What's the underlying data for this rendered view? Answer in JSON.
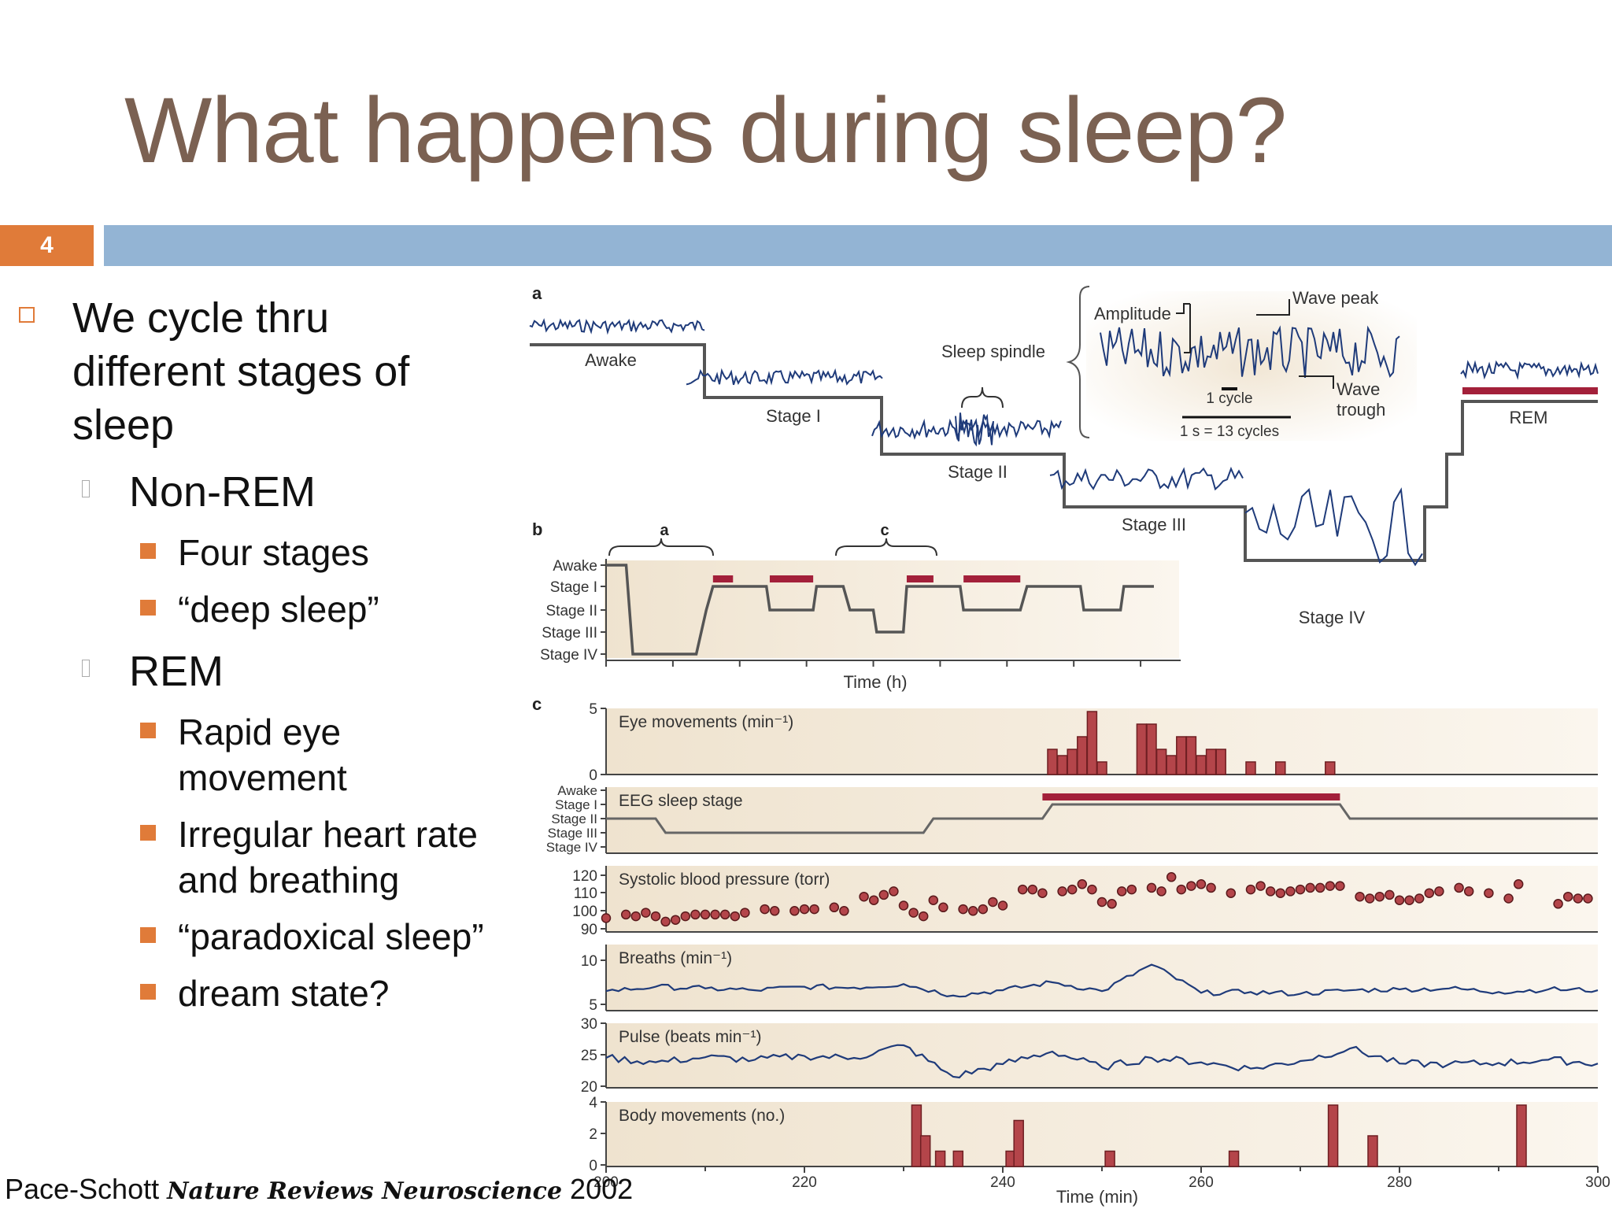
{
  "slide": {
    "title": "What happens during sleep?",
    "number": "4",
    "bullets": {
      "b1": [
        "We cycle thru",
        "different stages of",
        "sleep"
      ],
      "nonrem": "Non-REM",
      "nonrem_items": [
        "Four stages",
        "“deep sleep”"
      ],
      "rem": "REM",
      "rem_items": [
        [
          "Rapid eye",
          "movement"
        ],
        [
          "Irregular heart rate",
          "and breathing"
        ],
        [
          "“paradoxical sleep”"
        ],
        [
          "dream state?"
        ]
      ]
    },
    "footer": {
      "author": "Pace-Schott",
      "journal": "Nature Reviews Neuroscience",
      "year": "2002"
    }
  },
  "figure": {
    "panel_a": {
      "letter": "a",
      "stages": [
        "Awake",
        "Stage I",
        "Stage II",
        "Stage III",
        "Stage IV",
        "REM"
      ],
      "sleep_spindle": "Sleep spindle",
      "amplitude": "Amplitude",
      "wave_peak": "Wave peak",
      "wave_trough_1": "Wave",
      "wave_trough_2": "trough",
      "one_cycle": "1 cycle",
      "scale": "1 s = 13 cycles"
    },
    "panel_b": {
      "letter": "b",
      "brace_a": "a",
      "brace_c": "c",
      "y_labels": [
        "Awake",
        "Stage I",
        "Stage II",
        "Stage III",
        "Stage IV"
      ],
      "xlabel": "Time (h)"
    },
    "panel_c": {
      "letter": "c",
      "xlabel": "Time (min)",
      "x_ticks": [
        "200",
        "220",
        "240",
        "260",
        "280",
        "300"
      ]
    }
  },
  "chart_data": [
    {
      "type": "line",
      "title": "",
      "xlabel": "Time (h)",
      "ylabel": "",
      "y_categories": [
        "Awake",
        "Stage I",
        "Stage II",
        "Stage III",
        "Stage IV"
      ],
      "x": [
        0,
        0.3,
        0.4,
        1.35,
        1.5,
        1.6,
        2.4,
        2.45,
        3.1,
        3.15,
        3.55,
        3.65,
        4.0,
        4.05,
        4.45,
        4.5,
        5.3,
        5.35,
        6.2,
        6.3,
        7.1,
        7.15,
        7.7,
        7.75,
        8.2
      ],
      "values": [
        0,
        0,
        4,
        4,
        2,
        1,
        1,
        2,
        2,
        1,
        1,
        2,
        2,
        3,
        3,
        1,
        1,
        2,
        2,
        1,
        1,
        2,
        2,
        1,
        1
      ],
      "rem_periods": [
        [
          1.6,
          1.9
        ],
        [
          2.45,
          3.1
        ],
        [
          4.5,
          4.9
        ],
        [
          5.35,
          6.2
        ]
      ]
    },
    {
      "type": "bar",
      "title": "Eye movements (min⁻¹)",
      "xlabel": "Time (min)",
      "ylim": [
        0,
        5
      ],
      "y_ticks": [
        "0",
        "5"
      ],
      "series": [
        {
          "x": [
            245,
            246,
            247,
            248,
            249,
            250,
            254,
            255,
            256,
            257,
            258,
            259,
            260,
            261,
            262,
            265,
            268,
            273
          ],
          "values": [
            2,
            1.5,
            2,
            3,
            5,
            1,
            4,
            4,
            2,
            1.5,
            3,
            3,
            1.5,
            2,
            2,
            1,
            1,
            1
          ]
        }
      ]
    },
    {
      "type": "line",
      "title": "EEG sleep stage",
      "xlabel": "Time (min)",
      "y_categories": [
        "Awake",
        "Stage I",
        "Stage II",
        "Stage III",
        "Stage IV"
      ],
      "x": [
        200,
        205,
        206,
        232,
        233,
        244,
        245,
        274,
        275,
        300
      ],
      "values": [
        2,
        2,
        3,
        3,
        2,
        2,
        1,
        1,
        2,
        2
      ],
      "rem_periods": [
        [
          244,
          274
        ]
      ]
    },
    {
      "type": "scatter",
      "title": "Systolic blood pressure (torr)",
      "xlabel": "Time (min)",
      "ylim": [
        90,
        120
      ],
      "y_ticks": [
        "120",
        "110",
        "100",
        "90"
      ],
      "series": [
        {
          "x": [
            200,
            202,
            203,
            204,
            205,
            206,
            207,
            208,
            209,
            210,
            211,
            212,
            213,
            214,
            216,
            217,
            219,
            220,
            221,
            223,
            224,
            226,
            227,
            228,
            229,
            230,
            231,
            232,
            233,
            234,
            236,
            237,
            238,
            239,
            240,
            242,
            243,
            244,
            246,
            247,
            248,
            249,
            250,
            251,
            252,
            253,
            255,
            256,
            257,
            258,
            259,
            260,
            261,
            263,
            265,
            266,
            267,
            268,
            269,
            270,
            271,
            272,
            273,
            274,
            276,
            277,
            278,
            279,
            280,
            281,
            282,
            283,
            284,
            286,
            287,
            289,
            291,
            292,
            296,
            297,
            298,
            299
          ],
          "values": [
            96,
            98,
            97,
            99,
            97,
            94,
            95,
            97,
            98,
            98,
            98,
            98,
            97,
            99,
            101,
            100,
            100,
            101,
            101,
            102,
            100,
            108,
            106,
            109,
            111,
            103,
            99,
            97,
            106,
            102,
            101,
            100,
            101,
            105,
            103,
            112,
            112,
            110,
            111,
            112,
            115,
            112,
            105,
            104,
            111,
            112,
            113,
            111,
            119,
            112,
            114,
            115,
            113,
            110,
            112,
            114,
            111,
            110,
            111,
            112,
            113,
            113,
            114,
            114,
            108,
            107,
            108,
            109,
            106,
            106,
            107,
            110,
            111,
            113,
            111,
            110,
            107,
            115,
            104,
            108,
            107,
            107
          ]
        }
      ]
    },
    {
      "type": "line",
      "title": "Breaths (min⁻¹)",
      "xlabel": "Time (min)",
      "ylim": [
        5,
        10
      ],
      "y_ticks": [
        "10",
        "5"
      ],
      "series": [
        {
          "x": [
            200,
            205,
            210,
            215,
            220,
            225,
            230,
            235,
            240,
            245,
            250,
            255,
            260,
            265,
            270,
            275,
            280,
            285,
            290,
            295,
            300
          ],
          "values": [
            6.5,
            7.0,
            6.8,
            6.6,
            7.0,
            6.9,
            7.3,
            6.0,
            6.6,
            7.5,
            6.5,
            9.5,
            6.3,
            6.4,
            6.2,
            6.6,
            6.7,
            6.8,
            6.4,
            6.7,
            6.6
          ]
        }
      ]
    },
    {
      "type": "line",
      "title": "Pulse (beats min⁻¹)",
      "xlabel": "Time (min)",
      "ylim": [
        20,
        30
      ],
      "y_ticks": [
        "30",
        "25",
        "20"
      ],
      "series": [
        {
          "x": [
            200,
            205,
            210,
            215,
            220,
            225,
            230,
            235,
            240,
            245,
            250,
            255,
            260,
            265,
            270,
            275,
            280,
            285,
            290,
            295,
            300
          ],
          "values": [
            24.5,
            23.8,
            24.6,
            24.2,
            24.8,
            24.5,
            26.5,
            21.5,
            23.5,
            25.5,
            23.0,
            24.5,
            23.8,
            22.8,
            24.0,
            26.0,
            23.6,
            23.5,
            23.7,
            24.2,
            23.6
          ]
        }
      ]
    },
    {
      "type": "bar",
      "title": "Body movements (no.)",
      "xlabel": "Time (min)",
      "ylim": [
        0,
        4
      ],
      "y_ticks": [
        "4",
        "2",
        "0"
      ],
      "x_ticks": [
        "200",
        "220",
        "240",
        "260",
        "280",
        "300"
      ],
      "series": [
        {
          "x": [
            231.3,
            232.2,
            233.7,
            235.5,
            240.8,
            241.6,
            250.8,
            263.3,
            273.3,
            277.3,
            292.3
          ],
          "values": [
            4,
            2,
            1,
            1,
            1,
            3,
            1,
            1,
            4,
            2,
            4
          ]
        }
      ]
    }
  ]
}
